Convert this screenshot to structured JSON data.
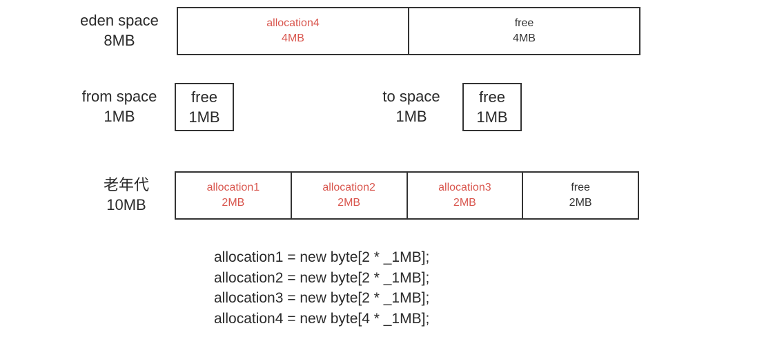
{
  "eden": {
    "name": "eden space",
    "size": "8MB",
    "cells": [
      {
        "label": "allocation4",
        "size": "4MB",
        "kind": "alloc"
      },
      {
        "label": "free",
        "size": "4MB",
        "kind": "free"
      }
    ]
  },
  "from_space": {
    "name": "from space",
    "size": "1MB",
    "box": {
      "label": "free",
      "size": "1MB"
    }
  },
  "to_space": {
    "name": "to space",
    "size": "1MB",
    "box": {
      "label": "free",
      "size": "1MB"
    }
  },
  "old_gen": {
    "name": "老年代",
    "size": "10MB",
    "cells": [
      {
        "label": "allocation1",
        "size": "2MB",
        "kind": "alloc"
      },
      {
        "label": "allocation2",
        "size": "2MB",
        "kind": "alloc"
      },
      {
        "label": "allocation3",
        "size": "2MB",
        "kind": "alloc"
      },
      {
        "label": "free",
        "size": "2MB",
        "kind": "free"
      }
    ]
  },
  "code_lines": [
    "allocation1 = new byte[2 * _1MB];",
    "allocation2 = new byte[2 * _1MB];",
    "allocation3 = new byte[2 * _1MB];",
    "allocation4 = new byte[4 * _1MB];"
  ],
  "colors": {
    "allocated_text": "#d9574f",
    "free_text": "#333333",
    "border": "#333333"
  }
}
